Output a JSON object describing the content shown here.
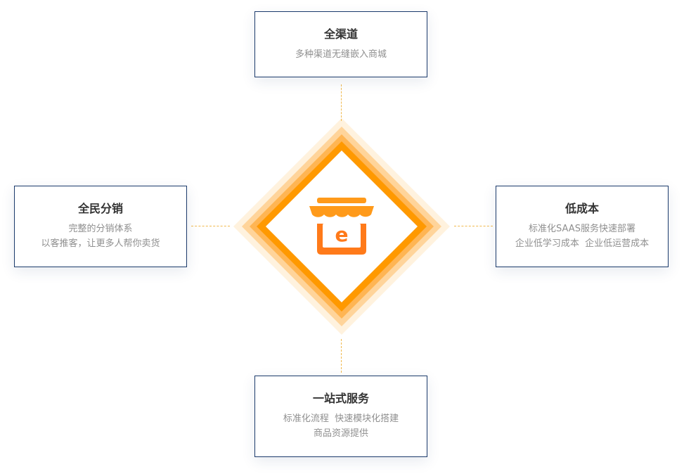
{
  "center": {
    "icon": "storefront-e-icon",
    "icon_letter": "e",
    "colors": {
      "outer_glow": "#fff2de",
      "ring_light": "#ffd49a",
      "ring_mid": "#ffb553",
      "ring_main": "#ff9900",
      "icon_awning": "#ff9a1a",
      "icon_body": "#ff7a1a"
    }
  },
  "nodes": {
    "top": {
      "title": "全渠道",
      "lines": [
        "多种渠道无缝嵌入商城"
      ]
    },
    "left": {
      "title": "全民分销",
      "lines": [
        "完整的分销体系",
        "以客推客，让更多人帮你卖货"
      ]
    },
    "right": {
      "title": "低成本",
      "lines": [
        "标准化SAAS服务快速部署",
        "企业低学习成本  企业低运营成本"
      ]
    },
    "bottom": {
      "title": "一站式服务",
      "lines": [
        "标准化流程  快速模块化搭建",
        "商品资源提供"
      ]
    }
  },
  "colors": {
    "box_border": "#1b3a6b",
    "connector": "#f0b94d"
  }
}
